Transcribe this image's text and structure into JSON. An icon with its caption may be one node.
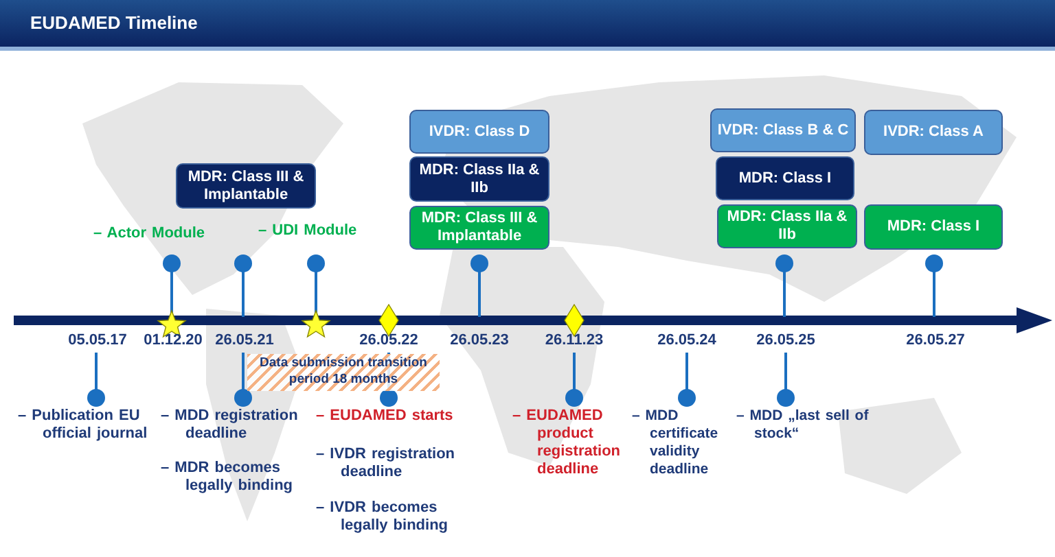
{
  "diagram": {
    "title": "EUDAMED Timeline",
    "nodes": [
      {
        "text": [
          "IVDR: Class D"
        ]
      },
      {
        "text": [
          "IVDR: Class B & C"
        ]
      },
      {
        "text": [
          "IVDR: Class A"
        ]
      },
      {
        "text": [
          "MDR: Class III & Implantable"
        ]
      },
      {
        "text": [
          "MDR: Class IIa & IIb"
        ]
      },
      {
        "text": [
          "MDR: Class I"
        ]
      },
      {
        "text": [
          "MDR: Class III & Implantable"
        ]
      },
      {
        "text": [
          "MDR: Class IIa & IIb"
        ]
      },
      {
        "text": [
          "MDR: Class I"
        ]
      }
    ],
    "edges": [],
    "labels": [
      "– Actor Module",
      "– UDI Module",
      "05.05.17",
      "01.12.20",
      "26.05.21",
      "26.05.22",
      "26.05.23",
      "26.11.23",
      "26.05.24",
      "26.05.25",
      "26.05.27",
      "Data submission transition period 18 months",
      "– Publication EU official journal",
      "– MDD registration deadline",
      "– EUDAMED starts",
      "– EUDAMED product registration deadline",
      "– MDD certificate validity deadline",
      "– MDD „last sell of stock“",
      "– MDR becomes legally binding",
      "– IVDR registration deadline",
      "– IVDR becomes legally binding"
    ]
  }
}
